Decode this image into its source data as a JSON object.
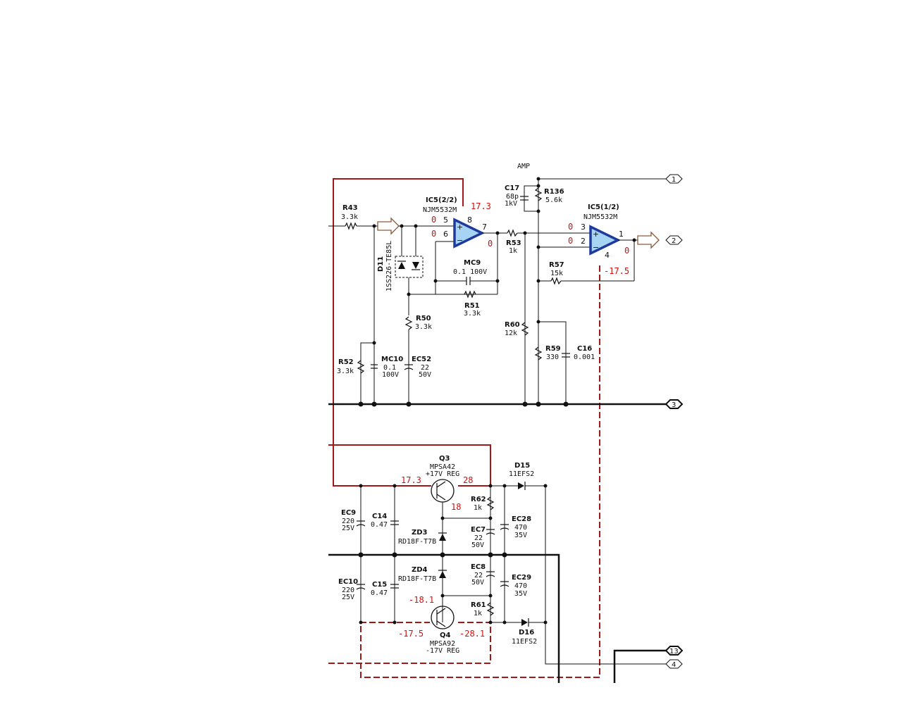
{
  "title": "AMP",
  "opamp_a": {
    "ref": "IC5(2/2)",
    "part": "NJM5532M",
    "pin5": "5",
    "pin6": "6",
    "pin7": "7",
    "pin8": "8",
    "v5": "0",
    "v6": "0",
    "v7": "0",
    "v8": "17.3"
  },
  "opamp_b": {
    "ref": "IC5(1/2)",
    "part": "NJM5532M",
    "pin3": "3",
    "pin2": "2",
    "pin1": "1",
    "pin4": "4",
    "v3": "0",
    "v2": "0",
    "v1": "0",
    "v4": "-17.5"
  },
  "components": {
    "R43": {
      "ref": "R43",
      "val": "3.3k"
    },
    "D11": {
      "ref": "D11",
      "part": "1SS226-TE85L"
    },
    "R52": {
      "ref": "R52",
      "val": "3.3k"
    },
    "MC10": {
      "ref": "MC10",
      "val1": "0.1",
      "val2": "100V"
    },
    "EC52": {
      "ref": "EC52",
      "val1": "22",
      "val2": "50V"
    },
    "R50": {
      "ref": "R50",
      "val": "3.3k"
    },
    "MC9": {
      "ref": "MC9",
      "val": "0.1 100V"
    },
    "R51": {
      "ref": "R51",
      "val": "3.3k"
    },
    "R53": {
      "ref": "R53",
      "val": "1k"
    },
    "C17": {
      "ref": "C17",
      "val1": "68p",
      "val2": "1kV"
    },
    "R136": {
      "ref": "R136",
      "val": "5.6k"
    },
    "R57": {
      "ref": "R57",
      "val": "15k"
    },
    "R60": {
      "ref": "R60",
      "val": "12k"
    },
    "R59": {
      "ref": "R59",
      "val": "330"
    },
    "C16": {
      "ref": "C16",
      "val": "0.001"
    },
    "Q3": {
      "ref": "Q3",
      "part": "MPSA42",
      "func": "+17V REG",
      "vb": "17.3",
      "vc": "28",
      "ve": "18"
    },
    "D15": {
      "ref": "D15",
      "part": "11EFS2"
    },
    "R62": {
      "ref": "R62",
      "val": "1k"
    },
    "EC9": {
      "ref": "EC9",
      "val1": "220",
      "val2": "25V"
    },
    "C14": {
      "ref": "C14",
      "val": "0.47"
    },
    "ZD3": {
      "ref": "ZD3",
      "part": "RD18F-T7B"
    },
    "EC7": {
      "ref": "EC7",
      "val1": "22",
      "val2": "50V"
    },
    "EC28": {
      "ref": "EC28",
      "val1": "470",
      "val2": "35V"
    },
    "ZD4": {
      "ref": "ZD4",
      "part": "RD18F-T7B"
    },
    "EC8": {
      "ref": "EC8",
      "val1": "22",
      "val2": "50V"
    },
    "EC29": {
      "ref": "EC29",
      "val1": "470",
      "val2": "35V"
    },
    "EC10": {
      "ref": "EC10",
      "val1": "220",
      "val2": "25V"
    },
    "C15": {
      "ref": "C15",
      "val": "0.47"
    },
    "R61": {
      "ref": "R61",
      "val": "1k"
    },
    "Q4": {
      "ref": "Q4",
      "part": "MPSA92",
      "func": "-17V REG",
      "vb": "-18.1",
      "vc": "-28.1",
      "ve": "-17.5"
    },
    "D16": {
      "ref": "D16",
      "part": "11EFS2"
    }
  },
  "connectors": {
    "c1": "1",
    "c2": "2",
    "c3": "3",
    "c13": "13",
    "c4": "4"
  },
  "colors": {
    "wire": "#111111",
    "power": "#a01818",
    "opamp_fill": "#a8d4f4",
    "opamp_edge": "#1e3a9c",
    "voltage": "#d01010"
  }
}
